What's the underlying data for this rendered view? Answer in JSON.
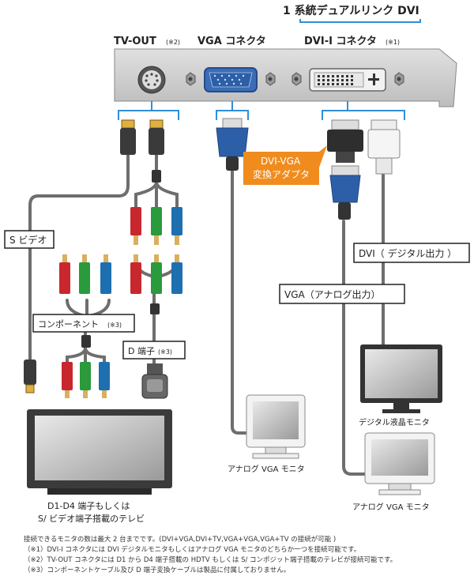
{
  "header": {
    "dual_link_title": "1 系統デュアルリンク DVI"
  },
  "ports": {
    "tvout": {
      "label": "TV-OUT",
      "note": "(※2)"
    },
    "vga": {
      "label": "VGA コネクタ"
    },
    "dvi": {
      "label": "DVI-I コネクタ",
      "note": "(※1)"
    }
  },
  "adapter": {
    "line1": "DVI-VGA",
    "line2": "変換アダプタ"
  },
  "cables": {
    "svideo": "S ビデオ",
    "component": "コンポーネント",
    "component_note": "(※3)",
    "d_terminal": "D 端子",
    "d_terminal_note": "(※3)",
    "vga_analog": "VGA（アナログ出力）",
    "dvi_digital": "DVI（ デジタル出力 ）"
  },
  "devices": {
    "tv_line1": "D1-D4 端子もしくは",
    "tv_line2": "S/ ビデオ端子搭載のテレビ",
    "analog_monitor_center": "アナログ VGA モニタ",
    "digital_lcd": "デジタル液晶モニタ",
    "analog_monitor_right": "アナログ VGA モニタ"
  },
  "notes": [
    "接続できるモニタの数は最大 2 台までです。(DVI+VGA,DVI+TV,VGA+VGA,VGA+TV の接続が可能 )",
    "（※1）DVI-I コネクタには DVI デジタルモニタもしくはアナログ VGA モニタのどちらか一つを接続可能です。",
    "（※2）TV-OUT コネクタには D1 から D4 端子搭載の HDTV もしくは S/ コンポジット端子搭載のテレビが接続可能です。",
    "（※3）コンポーネントケーブル及び D 端子変換ケーブルは製品に付属しておりません。"
  ],
  "colors": {
    "bracket": "#c8c8c8",
    "callout_blue": "#2f8fd8",
    "adapter_orange": "#f08c1e",
    "cable": "#6e6e6e",
    "rca_red": "#c8282d",
    "rca_green": "#2a9a3c",
    "rca_blue": "#1d6fb0",
    "vga_connector": "#2d5fa8"
  },
  "icons": [
    "svideo-port-icon",
    "vga-port-icon",
    "dvi-port-icon",
    "rca-plug-icon",
    "monitor-icon",
    "tv-icon"
  ]
}
